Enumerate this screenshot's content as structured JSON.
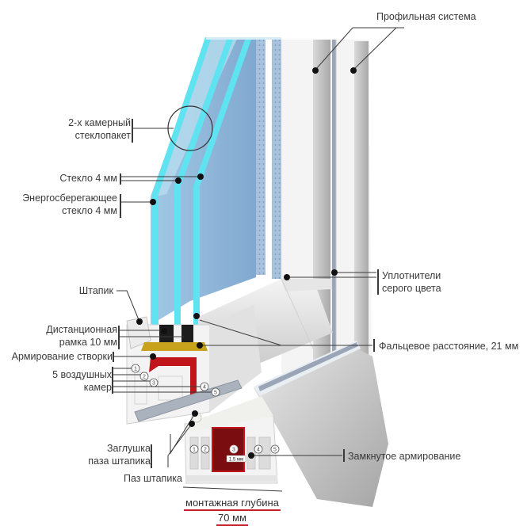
{
  "diagram": {
    "subject": "PVC window profile cross-section",
    "colors": {
      "glass_edge": "#5fe3f0",
      "glass_body": "#8fb8d8",
      "profile_white": "#f2f2f2",
      "profile_shadow": "#b9b9b9",
      "reinforcement_red": "#c0151b",
      "closed_reinforcement": "#7a0d10",
      "spacer_gold": "#c8a21c",
      "seal_gray": "#9aa6b8",
      "callout_line": "#3a3a3a",
      "underline_red": "#c8202a"
    },
    "labels": {
      "profile_system": "Профильная система",
      "double_glazing_line1": "2-х камерный",
      "double_glazing_line2": "стеклопакет",
      "glass_4mm": "Стекло 4 мм",
      "energy_glass_line1": "Энергосберегающее",
      "energy_glass_line2": "стекло 4 мм",
      "bead": "Штапик",
      "spacer_line1": "Дистанционная",
      "spacer_line2": "рамка 10 мм",
      "sash_reinforcement": "Армирование створки",
      "air_chambers_line1": "5 воздушных",
      "air_chambers_line2": "камер",
      "bead_plug_line1": "Заглушка",
      "bead_plug_line2": "паза штапика",
      "bead_groove": "Паз штапика",
      "seals_line1": "Уплотнители",
      "seals_line2": "серого цвета",
      "rebate_distance": "Фальцевое расстояние, 21 мм",
      "closed_reinforcement": "Замкнутое армирование",
      "mounting_depth_line1": "монтажная глубина",
      "mounting_depth_line2": "70 мм",
      "wall_thickness": "1.5 мм"
    },
    "chamber_numbers": [
      "1",
      "2",
      "3",
      "4",
      "5"
    ]
  }
}
